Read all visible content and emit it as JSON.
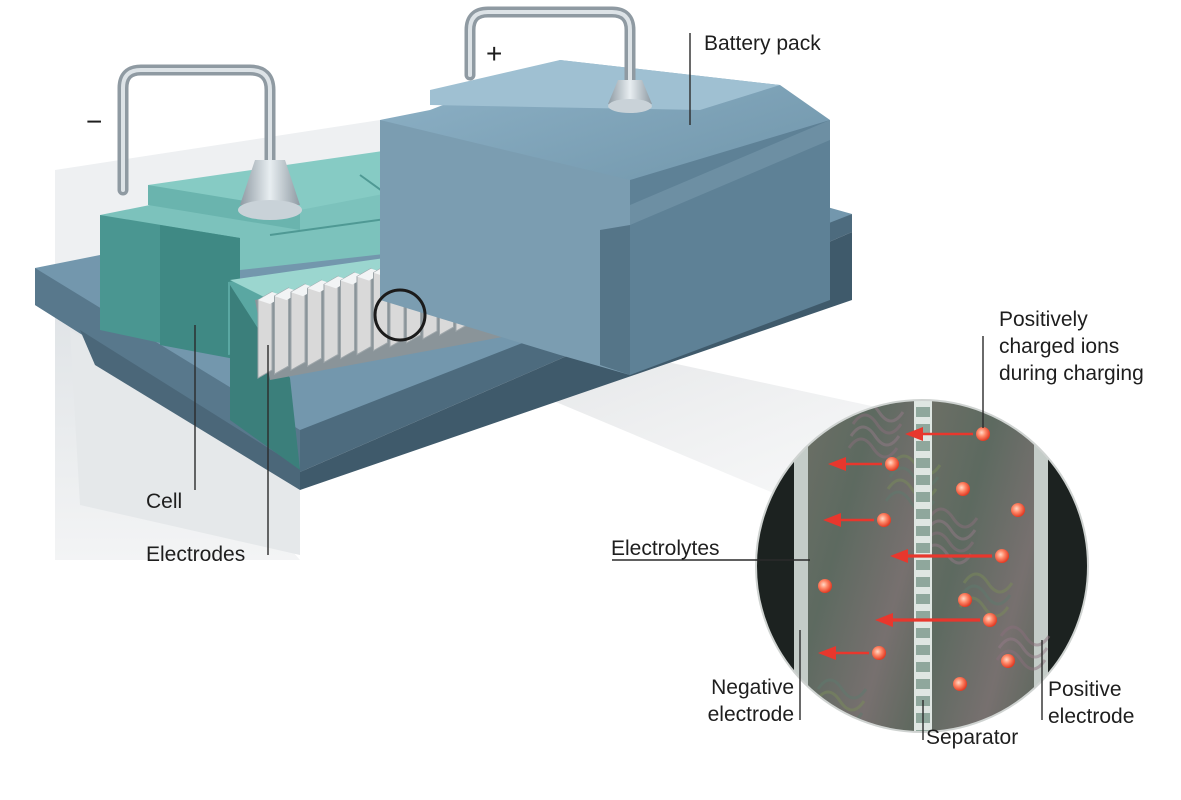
{
  "labels": {
    "minus": "−",
    "plus": "+",
    "battery_pack": "Battery pack",
    "cell": "Cell",
    "electrodes": "Electrodes",
    "ions_line1": "Positively",
    "ions_line2": "charged ions",
    "ions_line3": "during charging",
    "electrolytes": "Electrolytes",
    "negative_line1": "Negative",
    "negative_line2": "electrode",
    "positive_line1": "Positive",
    "positive_line2": "electrode",
    "separator": "Separator"
  },
  "colors": {
    "pack_blue": "#6f93a9",
    "cell_teal": "#5fa8a4",
    "ion_red": "#e8372d",
    "plate_grey": "#d9d9d9"
  }
}
